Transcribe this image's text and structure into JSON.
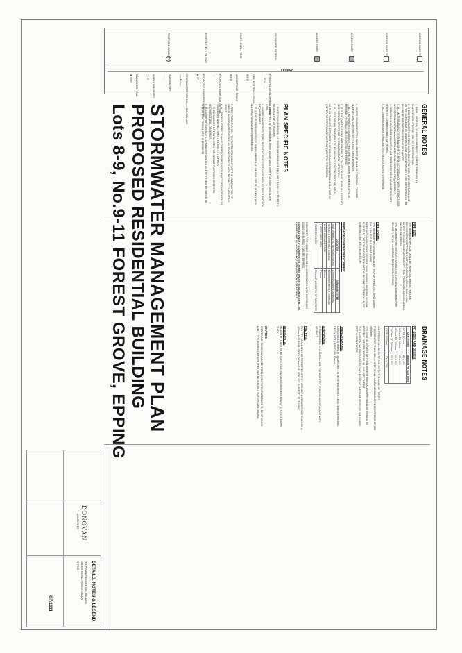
{
  "title": {
    "line1": "STORMWATER MANAGEMENT PLAN",
    "line2": "PROPOSED RESIDENTIAL BUILDING",
    "line3": "Lots 8-9, No.9-11 FOREST GROVE, EPPING"
  },
  "general_notes": {
    "heading": "GENERAL NOTES",
    "items": [
      "1. FINAL LOCATION OF NEW DOWNPIPES TO BE DETERMINED BY BUILDER/ARCHITECT AT TIME OF CONSTRUCTION.",
      "2. THESE DRAWINGS TO BE READ IN CONJUNCTION WITH ARCHITECTURAL AND OTHER CONSULTANTS DRAWINGS. ANY DISCREPANCIES TO BE REFERRED TO THE ENGINEER BEFORE PROCEEDING WITH WORK.",
      "3. ALL MATERIALS AND WORKMANSHIP TO BE IN ACCORDANCE WITH AS 3500.3:2003 AND STORMWATER DRAINAGE BCA AND LOCAL COUNCIL REQUIREMENTS.",
      "4. SERVICES SHOWN ARE INDICATIVE AND TO BE VERIFIED BY BUILDER ON SITE PRIOR TO COMMENCEMENT OF WORKS.",
      "5. ALL DIMENSIONS ARE IN MILLIMETRES UNLESS NOTED OTHERWISE."
    ],
    "items_b": [
      "6. WHERE DRAINAGE PIPES PASS UNDER THE SLAB OR FOOTINGS, PROVIDE SLEEVES AND CONFIRM WITH STRUCTURAL ENGINEER.",
      "7. ALL STORMWATER DRAINAGE PIPES ARE TO BE 100mm DIAMETER uPVC AT MINIMUM 1% GRADE UNLESS NOTED OTHERWISE.",
      "8. IT IS THE CONTRACTORS RESPONSIBILITY TO LOCATE AND LEVEL ALL EXISTING SERVICES ON SITE PRIOR TO COMMENCEMENT OF WORKS.",
      "9. ALL PITS WITHIN DRIVEWAYS TO BE HEAVY DUTY CONCRETE OR EQUAL.",
      "10. THIS PLAN IS THE PROPERTY OF DONOVAN ASSOCIATES AND MAY NOT BE COPIED OR REPRODUCED WITHOUT WRITTEN PERMISSION."
    ]
  },
  "plan_notes": {
    "heading": "PLAN SPECIFIC NOTES",
    "items": [
      "1. ROOF DRAINAGE RATE: AS 3500 ROOF DRAINAGE REQUIRES EAVES GUTTERS TO BE SIZED FOR 20 YEAR ARI.",
      "2. DOWNPIPES TO BE MINIMUM 90mm DIA OR 100 x 50mm FOR GUTTERS SLOPE 1:500.",
      "3. OVERFLOW METHOD TO BE PROVIDED IN ACCORDANCE WITH AS 3500.3 AND BCA REQUIREMENTS.",
      "4. IT IS THE RESPONSIBILITY OF THE PLUMBER AND OR BUILDER TO COMPLY WITH ALL ROOF DRAINAGE REQUIREMENTS."
    ],
    "items_b": [
      "5. TREE PRESERVATION: IT IS THE RESPONSIBILITY OF THE CONTRACTOR TO OBTAIN ANY REQUIRED APPROVAL FROM COUNCIL WITH RESPECT TO EXISTING TREES.",
      "6. ALL ROOF GUTTERS TO HAVE OVERFLOW PROVISION IN ACCORDANCE WITH AS 3500.3:2003 AND SECTIONS 3.5.1 AND 3.5.2 OF BCA.",
      "7. THE DRAWINGS NOT TO BE USED FOR SETOUT PURPOSES. REFER TO ARCHITECTURAL DRAWINGS.",
      "8. LOCATION OF SURFACE STORMWATER GRATED INLET PITS MAY BE VARIED ON SITE WITH APPROVAL OF THE ENGINEER."
    ]
  },
  "legend": {
    "heading": "LEGEND",
    "items": [
      {
        "label": "SURFACE INLET PIT",
        "icon": "square-pit-icon"
      },
      {
        "label": "SURFACE INLET PIT",
        "icon": "square-pit-icon"
      },
      {
        "label": "ACCESS GRATE",
        "icon": "grate-icon"
      },
      {
        "label": "ACCESS GRATE",
        "icon": "grate-icon"
      },
      {
        "label": "450 SQUARE INTERNAL",
        "icon": "square-icon"
      },
      {
        "label": "GRATE LEVEL = 75.50",
        "icon": "text-icon"
      },
      {
        "label": "INVERT LEVEL = RL 75.20",
        "icon": "text-icon"
      },
      {
        "label": "PROPOSED DOWNPIPE",
        "icon": "circle-icon"
      }
    ],
    "right_items": [
      "PRINCIPAL DEVELOPMENT AREA",
      "GRATED TRENCH DRAIN",
      "ABSORPTION TRENCH",
      "PROPOSED ROOF GUTTER FALL",
      "PROPOSED DOWNPIPE SPREADER",
      "STORMWATER PIPE 100mm DIA. MIN UNO",
      "SUBSOIL PIPE",
      "INSPECTION RISER",
      "RAINWATER HEAD"
    ],
    "right_symbols": [
      "— PDA —",
      "▥▥▥",
      "▥▥▥",
      "→",
      "▶ SP",
      "——▶——",
      "- - - -",
      "◯ IR",
      "▣ RWH"
    ]
  },
  "drainage_notes": {
    "heading": "DRAINAGE NOTES",
    "pipe_size_h": "PIPE SIZE:",
    "pipe_size_text": "THE MINIMUM PIPE SIZE SHALL BE: 90mm DIA. WHERE THE LINE RECEIVES RUNOFF FROM ROOF OR SURFACE AREAS. 100mm DIA. WHERE THE LINE RECEIVES RUNOFF FROM PAVED OR UNPAVED AREAS ON THE PROPERTY.",
    "velocity_text": "THE MAXIMUM PIPE VELOCITY SHOULD BE 6 m/s AND A MINIMUM PIPE VELOCITY OF 0.6 m/s DURING THE DESIGN STORMS.",
    "pipe_grade_h": "PIPE GRADE:",
    "pipe_grade_text": "THE MINIMUM PIPE GRADE SHALL BE: 1% FOR PIPE LESS THAN 150mm DIA. 0.5% FOR ALL OTHER PIPES.",
    "anchor_text": "PIPES WITH A GRADIENT GREATER THAN 20% WILL REQUIRE ANCHOR BLOCKS AT THE TOP AND BOTTOM OF THE INCLINED STRETCH AND AT INTERVALS NOT EXCEEDING 3.0m.",
    "cover_h": "DEPTH OF COVER FOR PVC PIPES:",
    "cover_table": {
      "headers": [
        "LOCATION",
        "MINIMUM COVER"
      ],
      "rows": [
        [
          "NOT SUBJECT TO VEHICLE LOADING",
          "100mm SINGLE RESIDENTIAL"
        ],
        [
          "SUBJECT TO VEHICLE LOADING",
          "450mm WHERE NOT IN A ROAD"
        ],
        [
          "UNDER A SEALED ROAD",
          "600mm"
        ],
        [
          "LANDSCAPED AREA",
          "300mm"
        ],
        [
          "PAVED DRIVEWAY",
          "100mm PLUS DEPTH OF CONCRETE"
        ]
      ]
    },
    "concrete_text": "CONCRETE PIPE COVER SHALL BE IN ACCORDANCE WITH AS3725-1989 LOADS ON BURIED CONCRETE PIPES.",
    "connections_text": "CONNECTIONS TO STORMWATER DRAINS UNDER BUILDINGS SHALL BE CARRIED OUT IN ACCORDANCE WITH SECTION 3 OF AS3500.3.",
    "pit_sizes_h": "PIT SIZES AND DESIGN:",
    "pit_table": {
      "headers": [
        "DEPTH (mm)",
        "MINIMUM PIT SIZE (mm)"
      ],
      "rows": [
        [
          "UP TO 600mm",
          "450 x 450"
        ],
        [
          "600mm TO 900mm",
          "600 x 600"
        ],
        [
          "900mm TO 1200mm",
          "600 x 900"
        ],
        [
          "1200mm TO 2000mm",
          "900 x 900"
        ],
        [
          "OVER 2000mm",
          "1200 x 1200"
        ]
      ]
    },
    "pit_text_1": "ALL PIPES SHALL BE CUT FLUSH WITH THE WALL OF THE PIT.",
    "pit_text_2": "PITS GREATER THAN 600mm DEEP SHALL HAVE A MINIMUM ACCESS OPENING OF 600 x 600mm.",
    "pit_text_3": "THE GRATED COVERS OF PITS LARGER THAN 600 x 600mm SHALL BE HINGED TO PREVENT THE GRATE FROM FALLING INTO THE PIT.",
    "pit_text_4": "THE BASE OF THE DRAINAGE PIT SHOULD BE AT THE SAME LEVEL AS THE INVERT OF THE OUTLET PIPE.",
    "trench_h": "TRENCH DRAINS:",
    "trench_text": "CONTINUOUS TRENCH DRAINS ARE TO BE OF WIDTH NOT LESS THAN 100mm AND DEPTH NOT LESS THAN 100mm.",
    "step_h": "STEP IRONS:",
    "step_text": "PITS BETWEEN 1.2m AND 6m ARE TO HAVE STEP IRONS IN ACCORDANCE WITH AS3500.3.",
    "pvc_h": "PVC PITS:",
    "pvc_text": "PVC PITS SHALL ONLY BE PERMITTED IF THEY ARE NOT A GREATER SIZE THAN 450 x 450mm MAXIMUM DEPTH 600mm AND ARE NOT SUBJECT TO TRAFFIC.",
    "insitu_h": "IN-SITU PITS:",
    "insitu_text": "IN-SITU PITS ARE TO BE CONSTRUCTED ON A CONCRETE BED OF AT LEAST 100mm THICK.",
    "grates_h": "GRATES:",
    "grates_text": "GRATES ARE TO BE GALVANISED STEEL GRID TYPE GRATES ARE TO BE OF HEAVY DUTY TYPE IN AREAS WHERE THEY MAY BE SUBJECT TO VEHICLE LOADING."
  },
  "title_block": {
    "company": "DONOVAN",
    "company_sub": "ASSOCIATES",
    "sheet_title": "DETAILS, NOTES & LEGEND",
    "project": "PROPOSED RESIDENTIAL BUILDING",
    "address": "Lots 8-9, No.9-11 FOREST GROVE",
    "suburb": "EPPING",
    "drawing_no": "C7/1111"
  }
}
